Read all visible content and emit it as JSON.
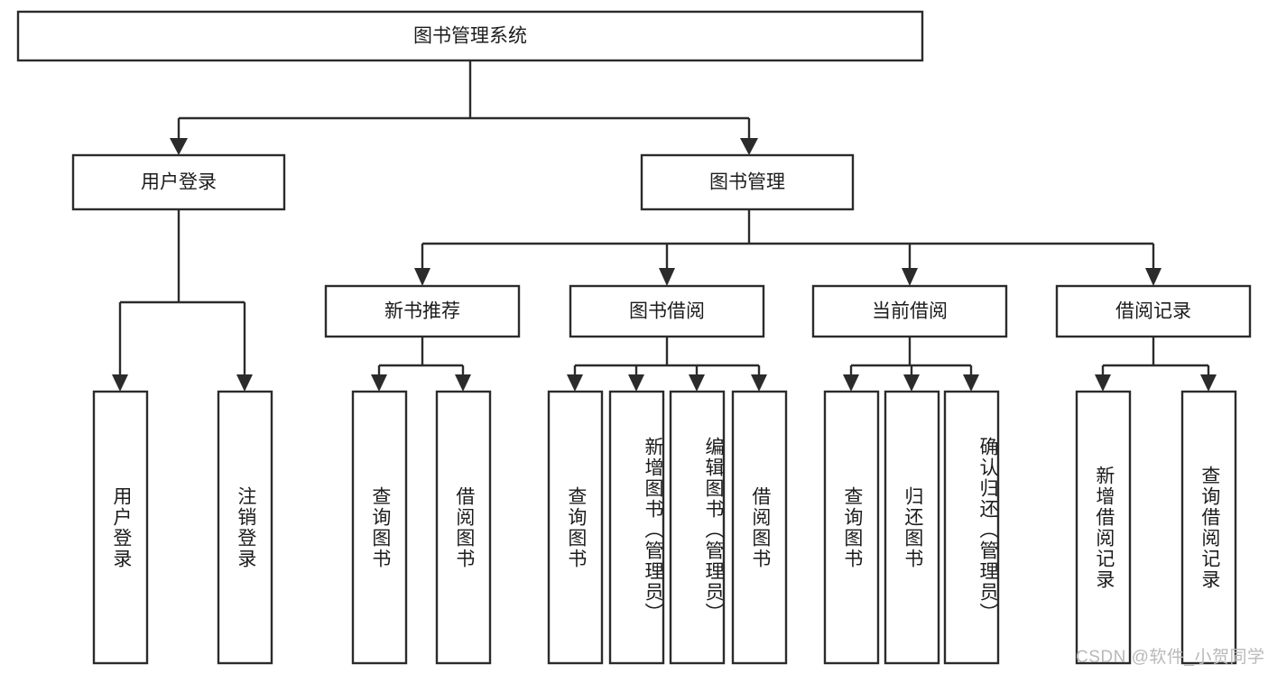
{
  "diagram": {
    "type": "tree-hierarchy",
    "orientation": "top-down",
    "title": "图书管理系统",
    "root": {
      "id": "root",
      "label": "图书管理系统",
      "text_direction": "horizontal"
    },
    "level1": [
      {
        "id": "user-login",
        "label": "用户登录",
        "text_direction": "horizontal"
      },
      {
        "id": "book-manage",
        "label": "图书管理",
        "text_direction": "horizontal"
      }
    ],
    "level2": [
      {
        "id": "new-book-recommend",
        "label": "新书推荐",
        "text_direction": "horizontal",
        "parent": "book-manage"
      },
      {
        "id": "book-borrow",
        "label": "图书借阅",
        "text_direction": "horizontal",
        "parent": "book-manage"
      },
      {
        "id": "current-borrow",
        "label": "当前借阅",
        "text_direction": "horizontal",
        "parent": "book-manage"
      },
      {
        "id": "borrow-record",
        "label": "借阅记录",
        "text_direction": "horizontal",
        "parent": "book-manage"
      }
    ],
    "leaves": [
      {
        "id": "leaf-user-login",
        "label": "用户登录",
        "text_direction": "vertical",
        "parent": "user-login",
        "align": "center"
      },
      {
        "id": "leaf-user-logout",
        "label": "注销登录",
        "text_direction": "vertical",
        "parent": "user-login",
        "align": "center"
      },
      {
        "id": "leaf-query-book-1",
        "label": "查询图书",
        "text_direction": "vertical",
        "parent": "new-book-recommend",
        "align": "center"
      },
      {
        "id": "leaf-borrow-book-1",
        "label": "借阅图书",
        "text_direction": "vertical",
        "parent": "new-book-recommend",
        "align": "center"
      },
      {
        "id": "leaf-query-book-2",
        "label": "查询图书",
        "text_direction": "vertical",
        "parent": "book-borrow",
        "align": "center"
      },
      {
        "id": "leaf-add-book",
        "label": "新增图书（管理员）",
        "text_direction": "vertical",
        "parent": "book-borrow",
        "align": "start"
      },
      {
        "id": "leaf-edit-book",
        "label": "编辑图书（管理员）",
        "text_direction": "vertical",
        "parent": "book-borrow",
        "align": "start"
      },
      {
        "id": "leaf-borrow-book-2",
        "label": "借阅图书",
        "text_direction": "vertical",
        "parent": "book-borrow",
        "align": "center"
      },
      {
        "id": "leaf-query-book-3",
        "label": "查询图书",
        "text_direction": "vertical",
        "parent": "current-borrow",
        "align": "center"
      },
      {
        "id": "leaf-return-book",
        "label": "归还图书",
        "text_direction": "vertical",
        "parent": "current-borrow",
        "align": "center"
      },
      {
        "id": "leaf-confirm-return",
        "label": "确认归还（管理员）",
        "text_direction": "vertical",
        "parent": "current-borrow",
        "align": "start"
      },
      {
        "id": "leaf-add-record",
        "label": "新增借阅记录",
        "text_direction": "vertical",
        "parent": "borrow-record",
        "align": "center"
      },
      {
        "id": "leaf-query-record",
        "label": "查询借阅记录",
        "text_direction": "vertical",
        "parent": "borrow-record",
        "align": "center"
      }
    ]
  },
  "watermark": {
    "text": "CSDN @软件_小贺同学"
  },
  "colors": {
    "box_stroke": "#2b2b2b",
    "box_fill": "#ffffff",
    "text": "#1c1c1c",
    "connector": "#2b2b2b",
    "watermark": "#b9b9b9",
    "background": "#ffffff"
  }
}
